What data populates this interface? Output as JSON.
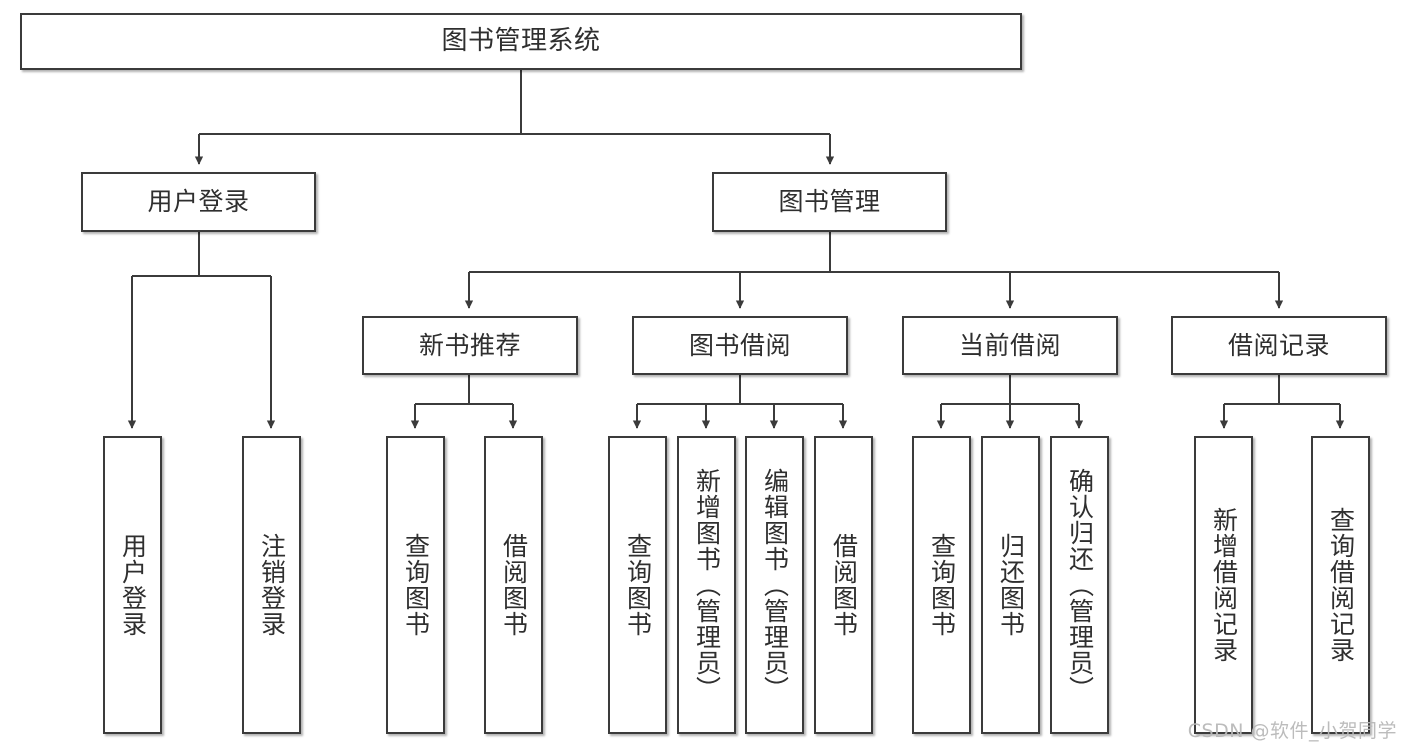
{
  "diagram": {
    "type": "tree-hierarchy",
    "title": "图书管理系统",
    "orientation": "top-down",
    "edge_style": "orthogonal-arrow",
    "colors": {
      "node_border": "#3b3b3b",
      "node_fill": "#ffffff",
      "edge": "#3b3b3b",
      "text": "#2f2f2f",
      "watermark": "#b9b9b9"
    },
    "watermark": "CSDN @软件_小贺同学"
  },
  "nodes": {
    "root": {
      "label": "图书管理系统",
      "level": 1
    },
    "level2": [
      {
        "id": "user-login",
        "label": "用户登录",
        "level": 2
      },
      {
        "id": "book-manage",
        "label": "图书管理",
        "level": 2
      }
    ],
    "level3": [
      {
        "id": "new-book-recommend",
        "label": "新书推荐",
        "level": 3,
        "parent": "book-manage"
      },
      {
        "id": "book-borrow",
        "label": "图书借阅",
        "level": 3,
        "parent": "book-manage"
      },
      {
        "id": "current-borrow",
        "label": "当前借阅",
        "level": 3,
        "parent": "book-manage"
      },
      {
        "id": "borrow-record",
        "label": "借阅记录",
        "level": 3,
        "parent": "book-manage"
      }
    ],
    "leaves": [
      {
        "id": "leaf-user-login",
        "label": "用户登录",
        "parent": "user-login"
      },
      {
        "id": "leaf-logout-login",
        "label": "注销登录",
        "parent": "user-login"
      },
      {
        "id": "leaf-query-book-1",
        "label": "查询图书",
        "parent": "new-book-recommend"
      },
      {
        "id": "leaf-borrow-book-1",
        "label": "借阅图书",
        "parent": "new-book-recommend"
      },
      {
        "id": "leaf-query-book-2",
        "label": "查询图书",
        "parent": "book-borrow"
      },
      {
        "id": "leaf-add-book",
        "label": "新增图书（管理员）",
        "parent": "book-borrow"
      },
      {
        "id": "leaf-edit-book",
        "label": "编辑图书（管理员）",
        "parent": "book-borrow"
      },
      {
        "id": "leaf-borrow-book-2",
        "label": "借阅图书",
        "parent": "book-borrow"
      },
      {
        "id": "leaf-query-book-3",
        "label": "查询图书",
        "parent": "current-borrow"
      },
      {
        "id": "leaf-return-book",
        "label": "归还图书",
        "parent": "current-borrow"
      },
      {
        "id": "leaf-confirm-return",
        "label": "确认归还（管理员）",
        "parent": "current-borrow"
      },
      {
        "id": "leaf-add-record",
        "label": "新增借阅记录",
        "parent": "borrow-record"
      },
      {
        "id": "leaf-query-record",
        "label": "查询借阅记录",
        "parent": "borrow-record"
      }
    ]
  }
}
